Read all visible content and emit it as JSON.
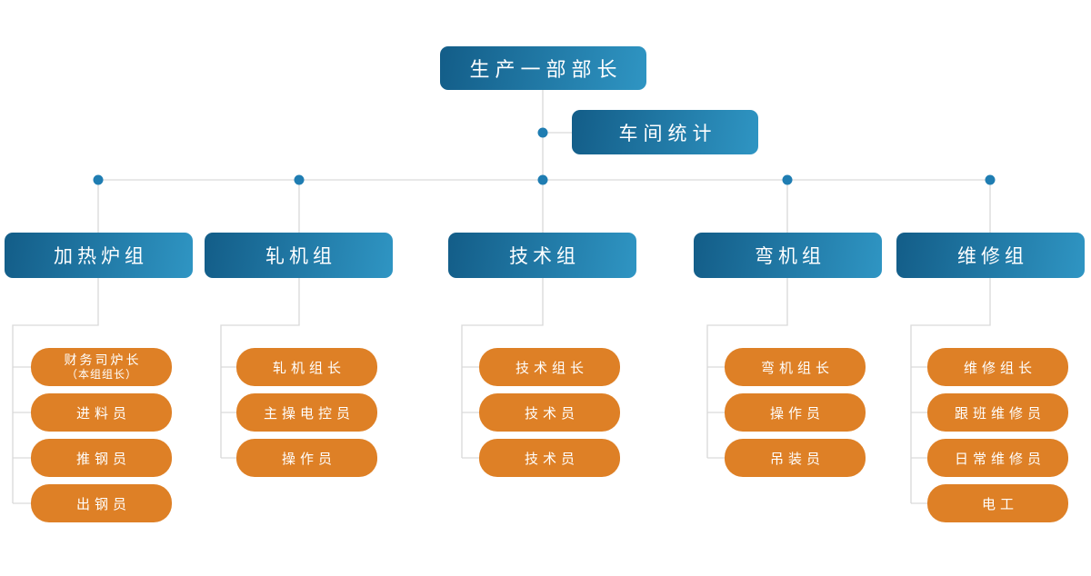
{
  "chart": {
    "type": "org-chart",
    "root": {
      "label": "生产一部部长"
    },
    "staff": {
      "label": "车间统计"
    },
    "groups": [
      {
        "label": "加热炉组",
        "children": [
          {
            "label": "财务司炉长",
            "sub": "（本组组长）"
          },
          {
            "label": "进料员"
          },
          {
            "label": "推钢员"
          },
          {
            "label": "出钢员"
          }
        ]
      },
      {
        "label": "轧机组",
        "children": [
          {
            "label": "轧机组长"
          },
          {
            "label": "主操电控员"
          },
          {
            "label": "操作员"
          }
        ]
      },
      {
        "label": "技术组",
        "children": [
          {
            "label": "技术组长"
          },
          {
            "label": "技术员"
          },
          {
            "label": "技术员"
          }
        ]
      },
      {
        "label": "弯机组",
        "children": [
          {
            "label": "弯机组长"
          },
          {
            "label": "操作员"
          },
          {
            "label": "吊装员"
          }
        ]
      },
      {
        "label": "维修组",
        "children": [
          {
            "label": "维修组长"
          },
          {
            "label": "跟班维修员"
          },
          {
            "label": "日常维修员"
          },
          {
            "label": "电工"
          }
        ]
      }
    ]
  },
  "colors": {
    "blue-dark": "#135d88",
    "blue-light": "#2f95c3",
    "orange": "#de8026",
    "line": "#d9d9d9",
    "dot": "#1f7db2",
    "text": "#ffffff",
    "bg": "#ffffff"
  }
}
